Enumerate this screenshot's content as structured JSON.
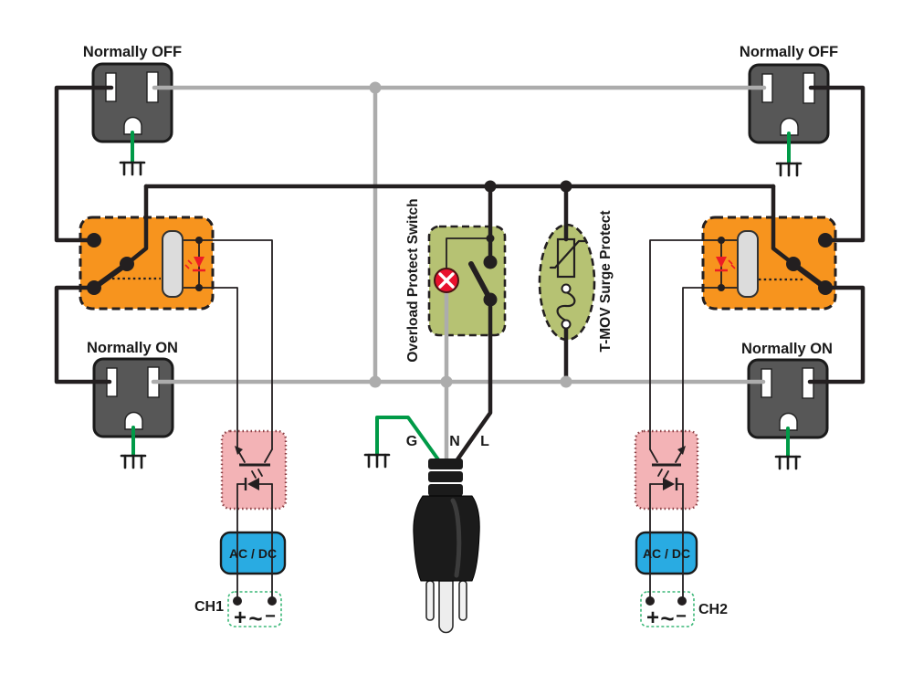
{
  "colors": {
    "background": "#ffffff",
    "wire_black": "#231f20",
    "wire_gray": "#acacac",
    "wire_green": "#009a47",
    "outlet_body": "#575757",
    "relay_fill": "#f7941e",
    "coil_fill": "#dcdcdc",
    "led_red": "#ed1c24",
    "protect_green": "#b6c273",
    "lamp_red": "#e8112d",
    "opto_pink": "#f3b3b6",
    "opto_border": "#8a4045",
    "acdc_blue": "#29abe2",
    "acdc_text": "#16325c",
    "channel_border": "#3cb878"
  },
  "outlets": [
    {
      "position": "top-left",
      "label": "Normally OFF"
    },
    {
      "position": "top-right",
      "label": "Normally OFF"
    },
    {
      "position": "mid-left",
      "label": "Normally ON"
    },
    {
      "position": "mid-right",
      "label": "Normally ON"
    }
  ],
  "protection": {
    "overload_switch_label": "Overload Protect Switch",
    "surge_protect_label": "T-MOV Surge Protect"
  },
  "plug": {
    "ground": "G",
    "neutral": "N",
    "live": "L"
  },
  "converters": [
    {
      "label": "AC / DC"
    },
    {
      "label": "AC / DC"
    }
  ],
  "channels": [
    {
      "name": "CH1",
      "plus": "+",
      "ac": "~",
      "minus": "−"
    },
    {
      "name": "CH2",
      "plus": "+",
      "ac": "~",
      "minus": "−"
    }
  ]
}
